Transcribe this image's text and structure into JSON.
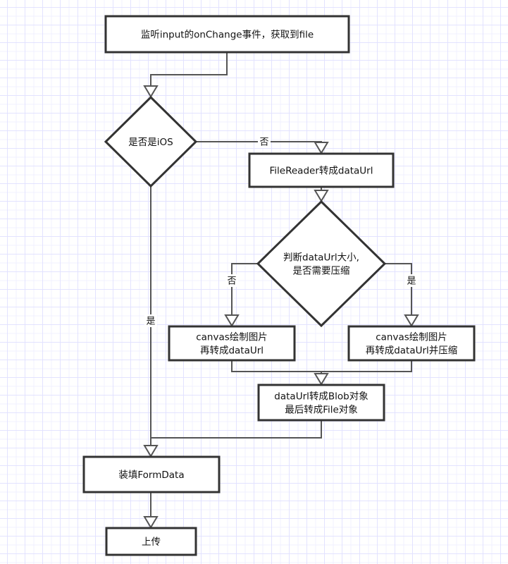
{
  "diagram": {
    "type": "flowchart",
    "nodes": [
      {
        "id": "listen",
        "shape": "process",
        "lines": [
          "监听input的onChange事件，获取到file"
        ]
      },
      {
        "id": "is_ios",
        "shape": "decision",
        "lines": [
          "是否是iOS"
        ]
      },
      {
        "id": "filereader",
        "shape": "process",
        "lines": [
          "FileReader转成dataUrl"
        ]
      },
      {
        "id": "check_size",
        "shape": "decision",
        "lines": [
          "判断dataUrl大小,",
          "是否需要压缩"
        ]
      },
      {
        "id": "canvas_plain",
        "shape": "process",
        "lines": [
          "canvas绘制图片",
          "再转成dataUrl"
        ]
      },
      {
        "id": "canvas_compress",
        "shape": "process",
        "lines": [
          "canvas绘制图片",
          "再转成dataUrl并压缩"
        ]
      },
      {
        "id": "to_blob",
        "shape": "process",
        "lines": [
          "dataUrl转成Blob对象",
          "最后转成File对象"
        ]
      },
      {
        "id": "formdata",
        "shape": "process",
        "lines": [
          "装填FormData"
        ]
      },
      {
        "id": "upload",
        "shape": "process",
        "lines": [
          "上传"
        ]
      }
    ],
    "edges": [
      {
        "from": "listen",
        "to": "is_ios",
        "label": ""
      },
      {
        "from": "is_ios",
        "to": "filereader",
        "label": "否"
      },
      {
        "from": "is_ios",
        "to": "formdata",
        "label": "是"
      },
      {
        "from": "filereader",
        "to": "check_size",
        "label": ""
      },
      {
        "from": "check_size",
        "to": "canvas_plain",
        "label": "否"
      },
      {
        "from": "check_size",
        "to": "canvas_compress",
        "label": "是"
      },
      {
        "from": "canvas_plain",
        "to": "to_blob",
        "label": ""
      },
      {
        "from": "canvas_compress",
        "to": "to_blob",
        "label": ""
      },
      {
        "from": "to_blob",
        "to": "formdata",
        "label": ""
      },
      {
        "from": "formdata",
        "to": "upload",
        "label": ""
      }
    ]
  }
}
